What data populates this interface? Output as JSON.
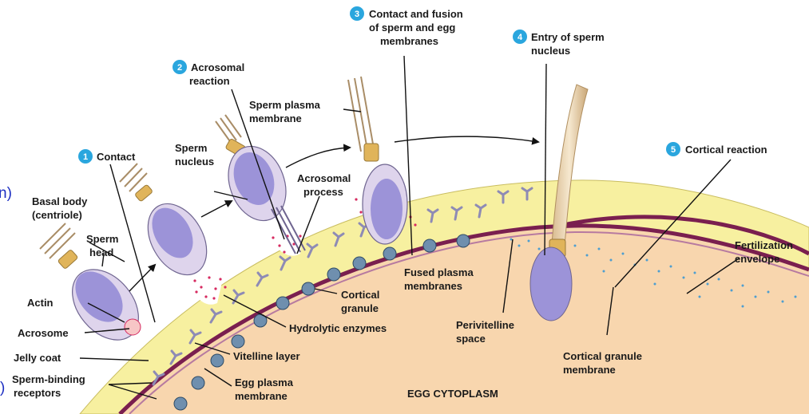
{
  "steps": [
    {
      "number": "1",
      "label": "Contact"
    },
    {
      "number": "2",
      "label_line1": "Acrosomal",
      "label_line2": "reaction"
    },
    {
      "number": "3",
      "label_line1": "Contact and fusion",
      "label_line2": "of sperm and egg",
      "label_line3": "membranes"
    },
    {
      "number": "4",
      "label_line1": "Entry of sperm",
      "label_line2": "nucleus"
    },
    {
      "number": "5",
      "label": "Cortical reaction"
    }
  ],
  "labels": {
    "basal_body_1": "Basal body",
    "basal_body_2": "(centriole)",
    "sperm_head_1": "Sperm",
    "sperm_head_2": "head",
    "actin": "Actin",
    "acrosome": "Acrosome",
    "jelly_coat": "Jelly coat",
    "receptors_1": "Sperm-binding",
    "receptors_2": "receptors",
    "sperm_nucleus_1": "Sperm",
    "sperm_nucleus_2": "nucleus",
    "acrosomal_process_1": "Acrosomal",
    "acrosomal_process_2": "process",
    "sperm_plasma_membrane_1": "Sperm plasma",
    "sperm_plasma_membrane_2": "membrane",
    "cortical_granule_1": "Cortical",
    "cortical_granule_2": "granule",
    "fused_membranes_1": "Fused plasma",
    "fused_membranes_2": "membranes",
    "hydrolytic_enzymes": "Hydrolytic enzymes",
    "vitelline_layer": "Vitelline layer",
    "egg_plasma_membrane_1": "Egg plasma",
    "egg_plasma_membrane_2": "membrane",
    "perivitelline_1": "Perivitelline",
    "perivitelline_2": "space",
    "cortical_granule_membrane_1": "Cortical granule",
    "cortical_granule_membrane_2": "membrane",
    "fertilization_envelope_1": "Fertilization",
    "fertilization_envelope_2": "envelope",
    "egg_cytoplasm": "EGG CYTOPLASM"
  },
  "edge_fragments": {
    "left_top": "n)",
    "left_bottom": ")"
  },
  "colors": {
    "cytoplasm": "#f8d6ae",
    "jelly_coat": "#f7f0a0",
    "membrane": "#7a1f4f",
    "sperm_head": "#9c93d8",
    "acrosome": "#e2d4ec",
    "step_badge": "#2aa6de",
    "enzyme_dots": "#d62a60",
    "receptor": "#8e8bb5",
    "perivitelline_dots": "#4e9ed0"
  }
}
